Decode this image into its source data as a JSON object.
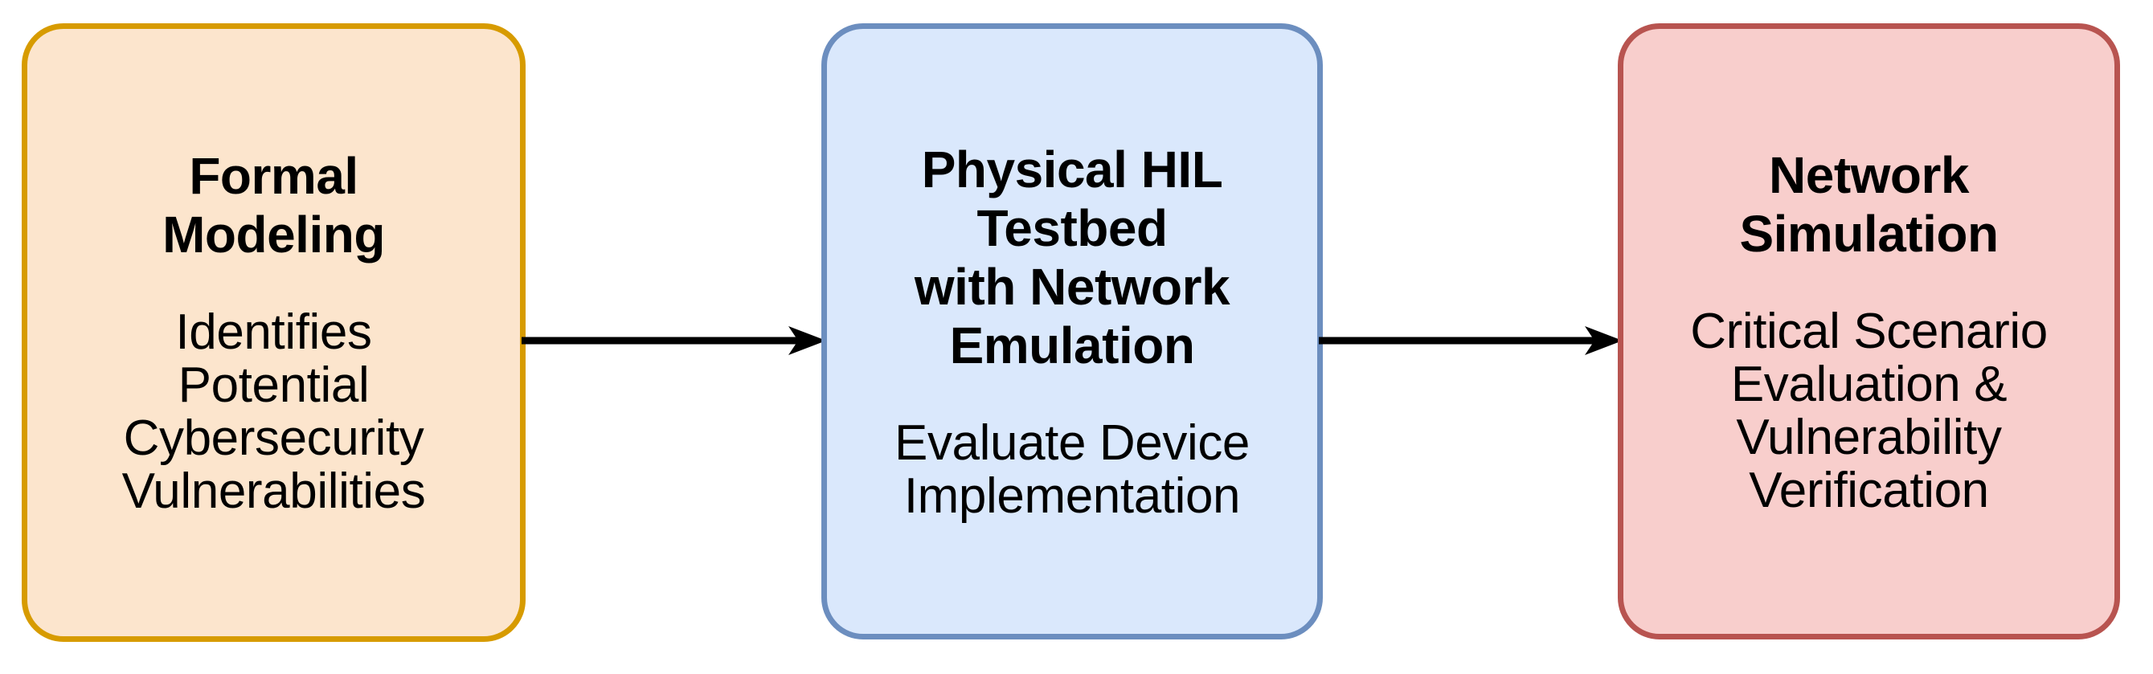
{
  "diagram": {
    "type": "flow",
    "orientation": "left-to-right",
    "background_color": "#ffffff",
    "nodes": [
      {
        "id": "formal-modeling",
        "title": "Formal\nModeling",
        "body": "Identifies\nPotential\nCybersecurity\nVulnerabilities",
        "fill_color": "#FCE5CD",
        "border_color": "#D79B00"
      },
      {
        "id": "hil-testbed",
        "title": "Physical HIL\nTestbed\nwith Network\nEmulation",
        "body": "Evaluate Device\nImplementation",
        "fill_color": "#DAE8FC",
        "border_color": "#6C8EBF"
      },
      {
        "id": "network-simulation",
        "title": "Network\nSimulation",
        "body": "Critical Scenario\nEvaluation &\nVulnerability\nVerification",
        "fill_color": "#F8CECC",
        "border_color": "#B85450"
      }
    ],
    "edges": [
      {
        "id": "formal-to-hil",
        "from": "formal-modeling",
        "to": "hil-testbed",
        "label": "",
        "color": "#000000",
        "arrowhead": "filled-triangle"
      },
      {
        "id": "hil-to-network",
        "from": "hil-testbed",
        "to": "network-simulation",
        "label": "",
        "color": "#000000",
        "arrowhead": "filled-triangle"
      }
    ]
  }
}
